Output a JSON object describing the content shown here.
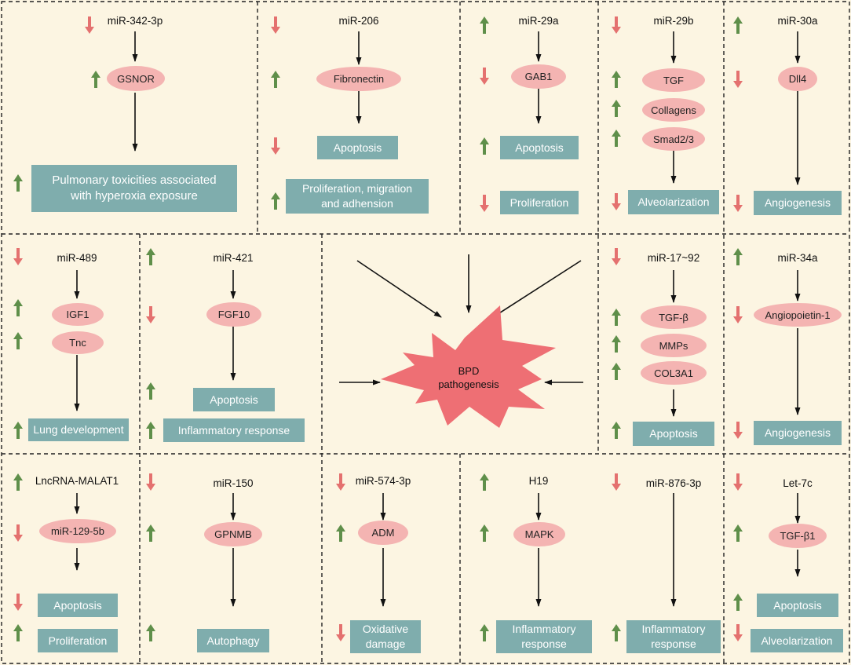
{
  "colors": {
    "background": "#fcf5e2",
    "box": "#7fadad",
    "ellipse": "#f4b4b2",
    "up_arrow": "#5f8f4a",
    "down_arrow": "#e4716f",
    "star": "#ee6f74"
  },
  "center": {
    "line1": "BPD",
    "line2": "pathogenesis"
  },
  "panels": {
    "p1": {
      "regulator": "miR-342-3p",
      "target": "GSNOR",
      "outcome_line1": "Pulmonary toxicities associated",
      "outcome_line2": "with hyperoxia exposure"
    },
    "p2": {
      "regulator": "miR-206",
      "target": "Fibronectin",
      "outcome1": "Apoptosis",
      "outcome2_line1": "Proliferation, migration",
      "outcome2_line2": "and adhension"
    },
    "p3": {
      "regulator": "miR-29a",
      "target": "GAB1",
      "outcome1": "Apoptosis",
      "outcome2": "Proliferation"
    },
    "p4": {
      "regulator": "miR-29b",
      "target1": "TGF",
      "target2": "Collagens",
      "target3": "Smad2/3",
      "outcome": "Alveolarization"
    },
    "p5": {
      "regulator": "miR-30a",
      "target": "Dll4",
      "outcome": "Angiogenesis"
    },
    "p6": {
      "regulator": "miR-489",
      "target1": "IGF1",
      "target2": "Tnc",
      "outcome": "Lung development"
    },
    "p7": {
      "regulator": "miR-421",
      "target": "FGF10",
      "outcome1": "Apoptosis",
      "outcome2": "Inflammatory response"
    },
    "p8": {
      "regulator": "miR-17~92",
      "target1": "TGF-β",
      "target2": "MMPs",
      "target3": "COL3A1",
      "outcome": "Apoptosis"
    },
    "p9": {
      "regulator": "miR-34a",
      "target": "Angiopoietin-1",
      "outcome": "Angiogenesis"
    },
    "p10": {
      "regulator": "LncRNA-MALAT1",
      "target": "miR-129-5b",
      "outcome1": "Apoptosis",
      "outcome2": "Proliferation"
    },
    "p11": {
      "regulator": "miR-150",
      "target": "GPNMB",
      "outcome": "Autophagy"
    },
    "p12": {
      "regulator": "miR-574-3p",
      "target": "ADM",
      "outcome_line1": "Oxidative",
      "outcome_line2": "damage"
    },
    "p13": {
      "regulator": "H19",
      "target": "MAPK",
      "outcome_line1": "Inflammatory",
      "outcome_line2": "response"
    },
    "p14": {
      "regulator": "miR-876-3p",
      "outcome_line1": "Inflammatory",
      "outcome_line2": "response"
    },
    "p15": {
      "regulator": "Let-7c",
      "target": "TGF-β1",
      "outcome1": "Apoptosis",
      "outcome2": "Alveolarization"
    }
  }
}
